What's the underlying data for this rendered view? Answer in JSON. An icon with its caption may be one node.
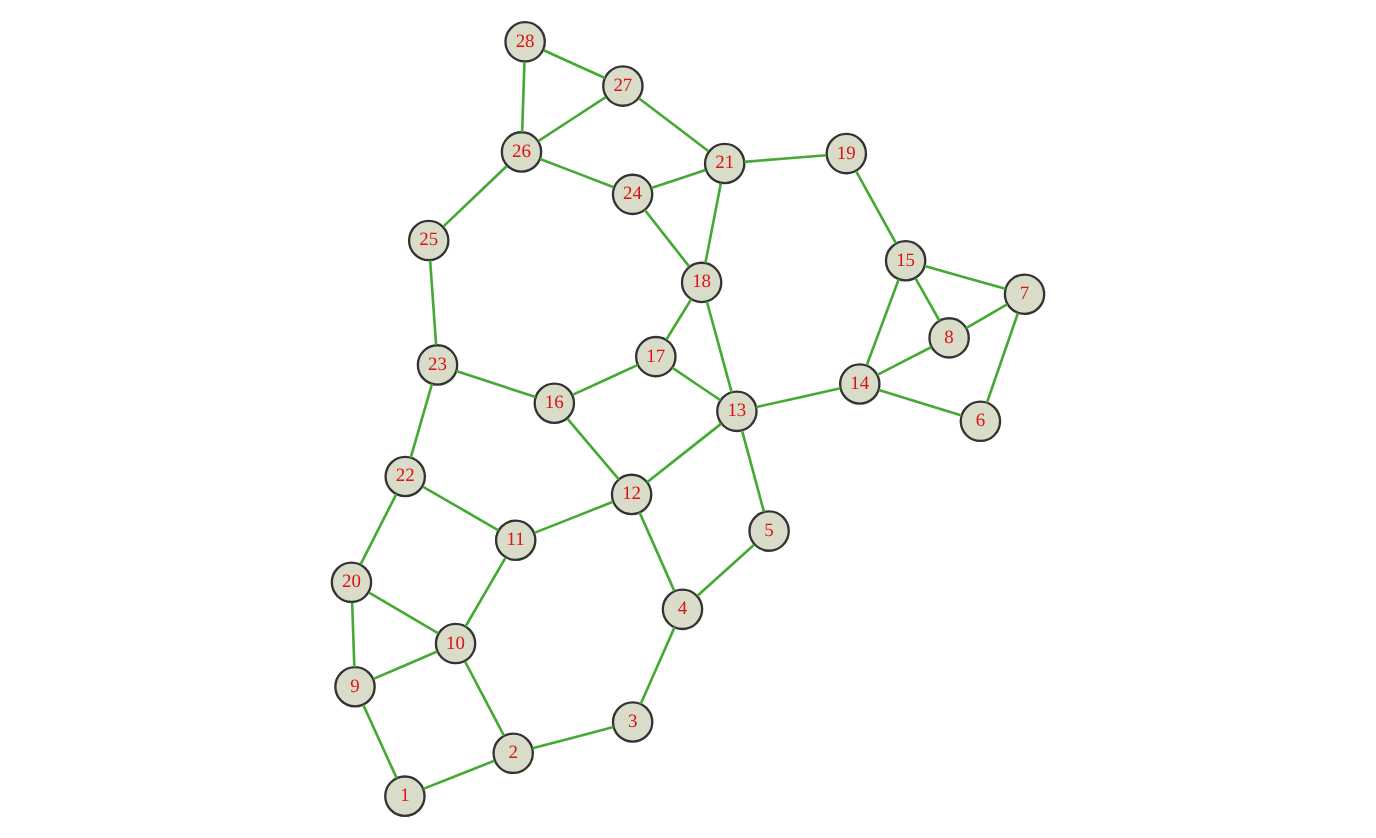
{
  "diagram": {
    "nodes": [
      {
        "text": [
          "1"
        ]
      },
      {
        "text": [
          "2"
        ]
      },
      {
        "text": [
          "3"
        ]
      },
      {
        "text": [
          "4"
        ]
      },
      {
        "text": [
          "5"
        ]
      },
      {
        "text": [
          "6"
        ]
      },
      {
        "text": [
          "7"
        ]
      },
      {
        "text": [
          "8"
        ]
      },
      {
        "text": [
          "9"
        ]
      },
      {
        "text": [
          "10"
        ]
      },
      {
        "text": [
          "11"
        ]
      },
      {
        "text": [
          "12"
        ]
      },
      {
        "text": [
          "13"
        ]
      },
      {
        "text": [
          "14"
        ]
      },
      {
        "text": [
          "15"
        ]
      },
      {
        "text": [
          "16"
        ]
      },
      {
        "text": [
          "17"
        ]
      },
      {
        "text": [
          "18"
        ]
      },
      {
        "text": [
          "19"
        ]
      },
      {
        "text": [
          "20"
        ]
      },
      {
        "text": [
          "21"
        ]
      },
      {
        "text": [
          "22"
        ]
      },
      {
        "text": [
          "23"
        ]
      },
      {
        "text": [
          "24"
        ]
      },
      {
        "text": [
          "25"
        ]
      },
      {
        "text": [
          "26"
        ]
      },
      {
        "text": [
          "27"
        ]
      },
      {
        "text": [
          "28"
        ]
      }
    ],
    "edges": [
      {
        "from": 0,
        "to": 1,
        "arrow": "none"
      },
      {
        "from": 0,
        "to": 8,
        "arrow": "none"
      },
      {
        "from": 1,
        "to": 2,
        "arrow": "none"
      },
      {
        "from": 1,
        "to": 9,
        "arrow": "none"
      },
      {
        "from": 2,
        "to": 3,
        "arrow": "none"
      },
      {
        "from": 3,
        "to": 4,
        "arrow": "none"
      },
      {
        "from": 3,
        "to": 11,
        "arrow": "none"
      },
      {
        "from": 4,
        "to": 12,
        "arrow": "none"
      },
      {
        "from": 5,
        "to": 6,
        "arrow": "none"
      },
      {
        "from": 5,
        "to": 13,
        "arrow": "none"
      },
      {
        "from": 6,
        "to": 7,
        "arrow": "none"
      },
      {
        "from": 6,
        "to": 14,
        "arrow": "none"
      },
      {
        "from": 7,
        "to": 13,
        "arrow": "none"
      },
      {
        "from": 7,
        "to": 14,
        "arrow": "none"
      },
      {
        "from": 8,
        "to": 9,
        "arrow": "none"
      },
      {
        "from": 8,
        "to": 19,
        "arrow": "none"
      },
      {
        "from": 9,
        "to": 10,
        "arrow": "none"
      },
      {
        "from": 9,
        "to": 19,
        "arrow": "none"
      },
      {
        "from": 10,
        "to": 11,
        "arrow": "none"
      },
      {
        "from": 10,
        "to": 21,
        "arrow": "none"
      },
      {
        "from": 11,
        "to": 12,
        "arrow": "none"
      },
      {
        "from": 11,
        "to": 15,
        "arrow": "none"
      },
      {
        "from": 12,
        "to": 13,
        "arrow": "none"
      },
      {
        "from": 12,
        "to": 16,
        "arrow": "none"
      },
      {
        "from": 12,
        "to": 17,
        "arrow": "none"
      },
      {
        "from": 13,
        "to": 14,
        "arrow": "none"
      },
      {
        "from": 14,
        "to": 18,
        "arrow": "none"
      },
      {
        "from": 15,
        "to": 16,
        "arrow": "none"
      },
      {
        "from": 15,
        "to": 22,
        "arrow": "none"
      },
      {
        "from": 16,
        "to": 17,
        "arrow": "none"
      },
      {
        "from": 17,
        "to": 20,
        "arrow": "none"
      },
      {
        "from": 17,
        "to": 23,
        "arrow": "none"
      },
      {
        "from": 18,
        "to": 20,
        "arrow": "none"
      },
      {
        "from": 19,
        "to": 21,
        "arrow": "none"
      },
      {
        "from": 21,
        "to": 22,
        "arrow": "none"
      },
      {
        "from": 22,
        "to": 24,
        "arrow": "none"
      },
      {
        "from": 23,
        "to": 20,
        "arrow": "none"
      },
      {
        "from": 23,
        "to": 25,
        "arrow": "none"
      },
      {
        "from": 24,
        "to": 25,
        "arrow": "none"
      },
      {
        "from": 25,
        "to": 26,
        "arrow": "none"
      },
      {
        "from": 25,
        "to": 27,
        "arrow": "none"
      },
      {
        "from": 26,
        "to": 20,
        "arrow": "none"
      },
      {
        "from": 26,
        "to": 27,
        "arrow": "none"
      }
    ]
  }
}
